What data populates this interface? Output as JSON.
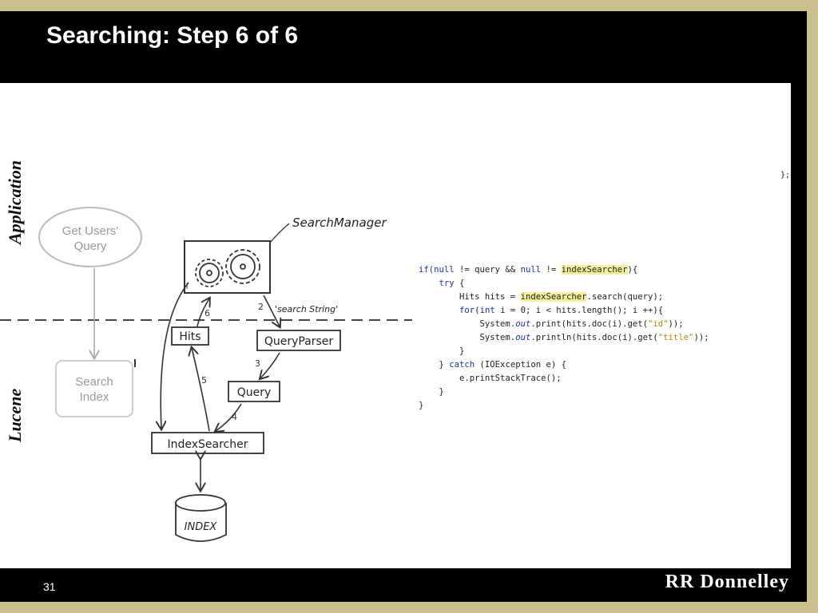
{
  "slide": {
    "title": "Searching: Step 6 of 6",
    "page_number": "31",
    "brand": "RR Donnelley"
  },
  "diagram": {
    "layer_application": "Application",
    "layer_lucene": "Lucene",
    "get_users_query": [
      "Get Users'",
      "Query"
    ],
    "search_index": [
      "Search",
      "Index"
    ],
    "search_manager": "SearchManager",
    "hits": "Hits",
    "query_parser": "QueryParser",
    "query": "Query",
    "index_searcher": "IndexSearcher",
    "index": "INDEX",
    "search_string": "'search String'",
    "steps": [
      "2",
      "3",
      "4",
      "5",
      "6"
    ]
  },
  "code": {
    "stray_text": "};",
    "lines": [
      [
        {
          "t": "if(",
          "c": "kw"
        },
        {
          "t": "null",
          "c": "kw"
        },
        {
          "t": " != query && ",
          "c": ""
        },
        {
          "t": "null",
          "c": "kw"
        },
        {
          "t": " != ",
          "c": ""
        },
        {
          "t": "indexSearcher",
          "c": "hl"
        },
        {
          "t": "){",
          "c": ""
        }
      ],
      [
        {
          "t": "    ",
          "c": ""
        },
        {
          "t": "try",
          "c": "kw"
        },
        {
          "t": " {",
          "c": ""
        }
      ],
      [
        {
          "t": "        Hits hits = ",
          "c": ""
        },
        {
          "t": "indexSearcher",
          "c": "hl"
        },
        {
          "t": ".search(query);",
          "c": ""
        }
      ],
      [
        {
          "t": "        ",
          "c": ""
        },
        {
          "t": "for",
          "c": "kw"
        },
        {
          "t": "(",
          "c": ""
        },
        {
          "t": "int",
          "c": "kw"
        },
        {
          "t": " i = 0; i < hits.length(); i ++){",
          "c": ""
        }
      ],
      [
        {
          "t": "            System.",
          "c": ""
        },
        {
          "t": "out",
          "c": "fld"
        },
        {
          "t": ".print(hits.doc(i).get(",
          "c": ""
        },
        {
          "t": "\"id\"",
          "c": "str"
        },
        {
          "t": "));",
          "c": ""
        }
      ],
      [
        {
          "t": "            System.",
          "c": ""
        },
        {
          "t": "out",
          "c": "fld"
        },
        {
          "t": ".println(hits.doc(i).get(",
          "c": ""
        },
        {
          "t": "\"title\"",
          "c": "str"
        },
        {
          "t": "));",
          "c": ""
        }
      ],
      [
        {
          "t": "        }",
          "c": ""
        }
      ],
      [
        {
          "t": "    } ",
          "c": ""
        },
        {
          "t": "catch",
          "c": "kw"
        },
        {
          "t": " (IOException e) {",
          "c": ""
        }
      ],
      [
        {
          "t": "        e.printStackTrace();",
          "c": ""
        }
      ],
      [
        {
          "t": "    }",
          "c": ""
        }
      ],
      [
        {
          "t": "}",
          "c": ""
        }
      ]
    ]
  }
}
